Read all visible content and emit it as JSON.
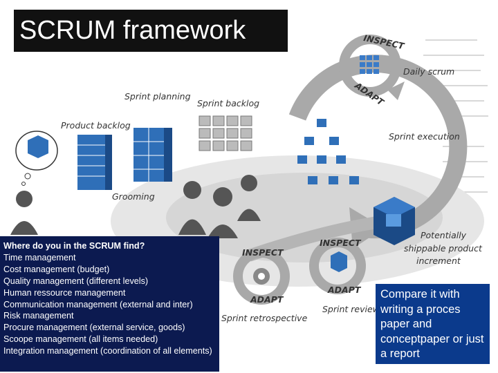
{
  "slide": {
    "title": "SCRUM framework"
  },
  "diagram": {
    "labels": {
      "inspect_top": "INSPECT",
      "adapt_top": "ADAPT",
      "daily_scrum": "Daily scrum",
      "sprint_planning": "Sprint planning",
      "sprint_backlog": "Sprint backlog",
      "product_backlog": "Product backlog",
      "sprint_execution": "Sprint execution",
      "grooming": "Grooming",
      "potentially_shippable_line1": "Potentially",
      "potentially_shippable_line2": "shippable product",
      "potentially_shippable_line3": "increment",
      "inspect_left": "INSPECT",
      "adapt_left": "ADAPT",
      "inspect_right": "INSPECT",
      "adapt_right": "ADAPT",
      "sprint_retrospective": "Sprint retrospective",
      "sprint_review": "Sprint review"
    },
    "colors": {
      "arrow_gray": "#a9a9a9",
      "cube_blue": "#2f6fb8",
      "cube_dark": "#1b4a86",
      "people": "#555555"
    }
  },
  "questions": {
    "title": "Where do you in the SCRUM find?",
    "items": [
      "Time management",
      "Cost management (budget)",
      "Quality management (different levels)",
      "Human ressource management",
      "Communication management (external and inter)",
      "Risk management",
      "Procure management (external service, goods)",
      "Scoope management  (all items needed)",
      "Integration management (coordination of all elements)"
    ]
  },
  "callout": {
    "text": "Compare it with writing  a proces paper and conceptpaper or just a report"
  }
}
